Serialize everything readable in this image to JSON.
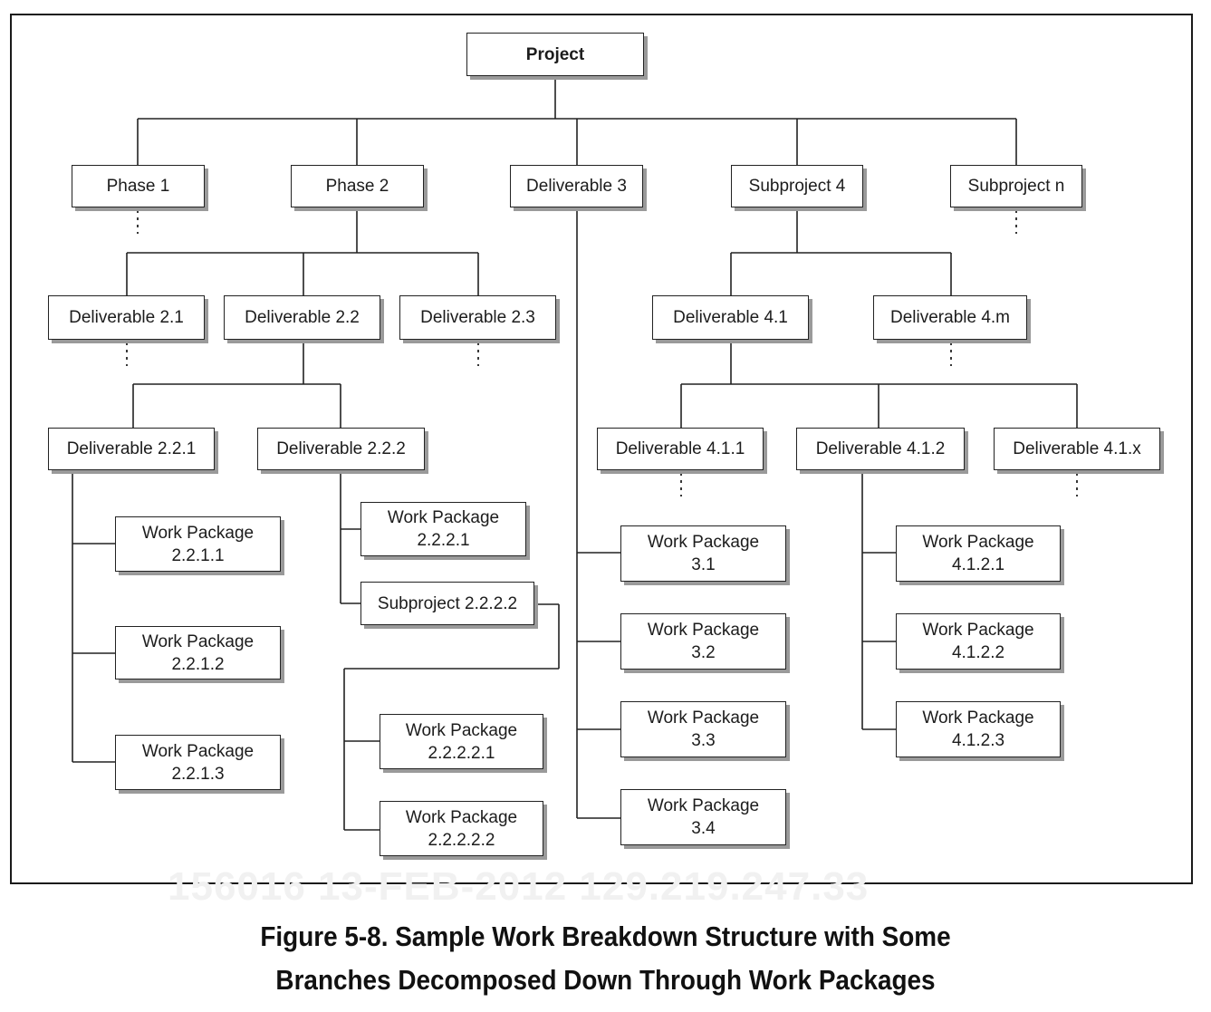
{
  "nodes": {
    "project": "Project",
    "phase1": "Phase 1",
    "phase2": "Phase 2",
    "deliv3": "Deliverable 3",
    "sub4": "Subproject 4",
    "subn": "Subproject n",
    "d21": "Deliverable 2.1",
    "d22": "Deliverable 2.2",
    "d23": "Deliverable 2.3",
    "d41": "Deliverable 4.1",
    "d4m": "Deliverable 4.m",
    "d221": "Deliverable 2.2.1",
    "d222": "Deliverable 2.2.2",
    "d411": "Deliverable 4.1.1",
    "d412": "Deliverable 4.1.2",
    "d41x": "Deliverable 4.1.x",
    "wp2211": "Work Package\n2.2.1.1",
    "wp2212": "Work Package\n2.2.1.2",
    "wp2213": "Work Package\n2.2.1.3",
    "wp2221": "Work Package\n2.2.2.1",
    "sp2222": "Subproject 2.2.2.2",
    "wp22221": "Work Package\n2.2.2.2.1",
    "wp22222": "Work Package\n2.2.2.2.2",
    "wp31": "Work Package\n3.1",
    "wp32": "Work Package\n3.2",
    "wp33": "Work Package\n3.3",
    "wp34": "Work Package\n3.4",
    "wp4121": "Work Package\n4.1.2.1",
    "wp4122": "Work Package\n4.1.2.2",
    "wp4123": "Work Package\n4.1.2.3"
  },
  "watermark": "156016 13-FEB-2012 129.219.247.33",
  "caption": {
    "line1": "Figure 5-8. Sample Work Breakdown Structure with Some",
    "line2": "Branches Decomposed Down Through Work Packages"
  }
}
